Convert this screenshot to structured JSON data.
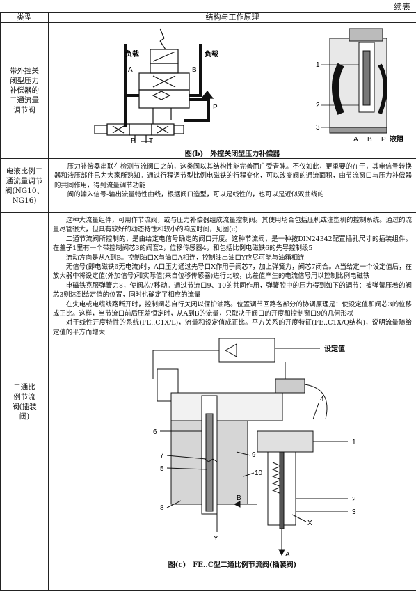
{
  "header": {
    "continued": "续表"
  },
  "table_head": {
    "type_col": "类型",
    "content_col": "结构与工作原理"
  },
  "row1": {
    "type": "带外控关闭型压力补偿器的二通流量调节阀",
    "labels": {
      "load_left": "负载",
      "load_right": "负载",
      "A": "A",
      "B": "B",
      "P": "P",
      "T": "T",
      "n1": "1",
      "n2": "2",
      "n3": "3",
      "A2": "A",
      "B2": "B",
      "P2": "P",
      "liquid_resist": "液阻"
    },
    "caption": "图(b)　外控关闭型压力补偿器"
  },
  "row2": {
    "type": "电液比例二通流量调节阀(NG10、NG16)",
    "paragraphs": [
      "压力补偿器串联在检测节流阀口之前，这类阀以其结构性能完善而广受青睐。不仅如此，更重要的在于，其电信号转换器和液压部件已为大家所熟知。通过行程调节型比例电磁铁的行程变化，可以改变阀的通流面积，由节流窗口与压力补偿器的共同作用，得到流量调节功能",
      "阀的输入信号-输出流量特性曲线，根据阀口造型，可以是线性的，也可以是近似双曲线的"
    ]
  },
  "row3": {
    "type": "二通比例节流阀(插装阀)",
    "paragraphs": [
      "这种大流量组件，可用作节流阀，或与压力补偿器组成流量控制阀。其使用场合包括压机或注塑机的控制系统。通过的流量尽管很大，但具有较好的动态特性和较小的响应时间，见图(c)",
      "二通节流阀所控制的，是由给定电信号确定的阀口开度。这种节流阀，是一种按DIN24342配置插孔尺寸的插装组件。在盖子1里有一个带控制阀芯3的阀套2，位移传感器4，和包括比例电磁铁6的先导控制级5",
      "流动方向是从A到B。控制油口X与油口A相连，控制油出油口Y应尽可能与油箱相连",
      "无信号(即电磁铁6无电流)时，A口压力通过先导口X作用于阀芯7，加上弹簧力，阀芯7闭合。A当给定一个设定值后，在放大器中将设定值(外加信号)和实际值(来自位移传感器)进行比较，此差值产生的电流信号用以控制比例电磁铁",
      "电磁铁克服弹簧力8，使阀芯7移动。通过节流口9、10的共同作用，弹簧腔中的压力得到如下的调节：被弹簧压着的阀芯3则达到给定值的位置，同时也确定了相应的流量",
      "在失电或电缆线路断开时，控制阀芯自行关闭以保护油路。位置调节回路各部分的协调原理是：使设定值和阀芯3的位移成正比。这样，当节流口前后压差恒定时，从A到B的流量，只取决于阀口的开度和控制窗口9的几何形状",
      "对于线性开度特性的系统(FE..C1X/L)，流量和设定值成正比。平方关系的开度特征(FE..C1X/Q结构)，说明流量随给定值的平方而增大"
    ],
    "labels": {
      "setpoint": "设定值",
      "n1": "1",
      "n2": "2",
      "n3": "3",
      "n4": "4",
      "n5": "5",
      "n6": "6",
      "n7": "7",
      "n8": "8",
      "n9": "9",
      "n10": "10",
      "Y": "Y",
      "X": "X",
      "A": "A",
      "B": "B"
    },
    "caption": "图(c)　FE..C型二通比例节流阀(插装阀)"
  }
}
